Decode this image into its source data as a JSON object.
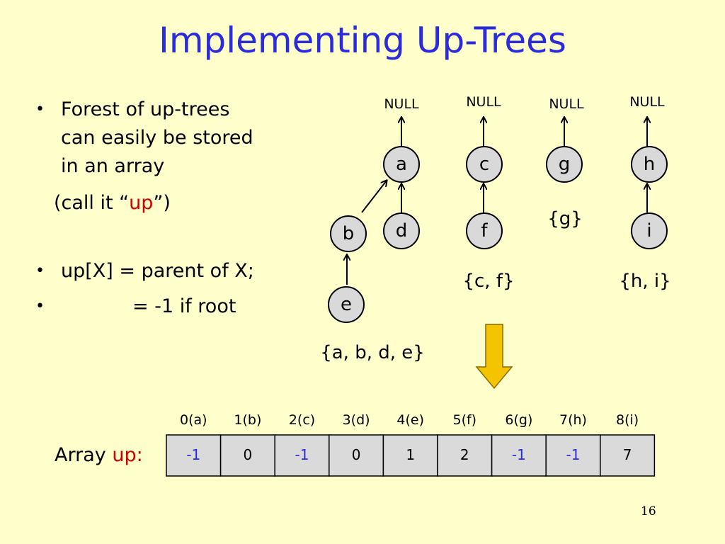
{
  "slide": {
    "title": "Implementing Up-Trees",
    "page_number": "16"
  },
  "bullets": {
    "b1_line1": "Forest of up-trees",
    "b1_line2": "can easily be stored",
    "b1_line3": "in an array",
    "b1_sub_pre": "(call it “",
    "b1_sub_em": "up",
    "b1_sub_post": "”)",
    "b2": "up[X] = parent of X;",
    "b3": "= -1 if root",
    "bullet_char": "•"
  },
  "trees": {
    "null_text": "NULL",
    "nodes": [
      "a",
      "b",
      "c",
      "d",
      "e",
      "f",
      "g",
      "h",
      "i"
    ],
    "sets": [
      "{a, b, d, e}",
      "{c, f}",
      "{g}",
      "{h, i}"
    ]
  },
  "array": {
    "label": "Array",
    "name": "up:",
    "indices": [
      "0(a)",
      "1(b)",
      "2(c)",
      "3(d)",
      "4(e)",
      "5(f)",
      "6(g)",
      "7(h)",
      "8(i)"
    ],
    "values": [
      "-1",
      "0",
      "-1",
      "0",
      "1",
      "2",
      "-1",
      "-1",
      "7"
    ]
  },
  "colors": {
    "title": "#2B2BDB",
    "emphasis": "#CC0000",
    "root_value": "#2B2BDB",
    "node_fill": "#D9D9D9",
    "cell_fill": "#DADADA",
    "arrow_fill": "#F5C400"
  }
}
